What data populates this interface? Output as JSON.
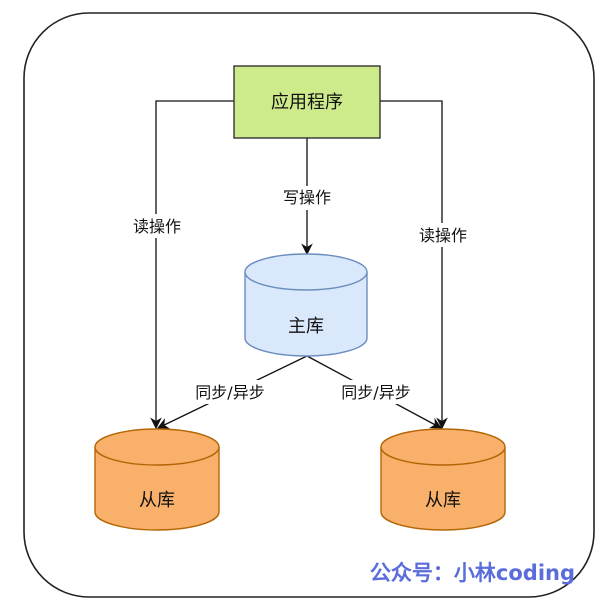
{
  "diagram": {
    "app_node": {
      "label": "应用程序",
      "fill": "#cdeb8b",
      "stroke": "#333333"
    },
    "master_db": {
      "label": "主库",
      "fill": "#dae8fc",
      "stroke": "#6c8ebf"
    },
    "slave_db_left": {
      "label": "从库",
      "fill": "#f9b06a",
      "stroke": "#b46504"
    },
    "slave_db_right": {
      "label": "从库",
      "fill": "#f9b06a",
      "stroke": "#b46504"
    },
    "edges": {
      "read_left": "读操作",
      "write": "写操作",
      "read_right": "读操作",
      "sync_left": "同步/异步",
      "sync_right": "同步/异步"
    }
  },
  "watermark": {
    "text": "公众号：小林coding",
    "color": "#5b6cdb"
  }
}
